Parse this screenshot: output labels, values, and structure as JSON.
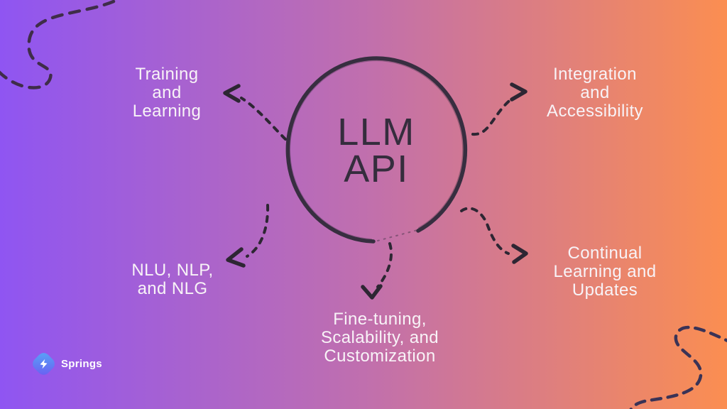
{
  "diagram": {
    "type": "mind-map",
    "center": "LLM API",
    "edges": [
      {
        "from": "LLM API",
        "to": "Training and Learning",
        "direction": "upper-left"
      },
      {
        "from": "LLM API",
        "to": "Integration and Accessibility",
        "direction": "upper-right"
      },
      {
        "from": "LLM API",
        "to": "NLU, NLP, and NLG",
        "direction": "lower-left"
      },
      {
        "from": "LLM API",
        "to": "Fine-tuning, Scalability, and Customization",
        "direction": "bottom"
      },
      {
        "from": "LLM API",
        "to": "Continual Learning and Updates",
        "direction": "lower-right"
      }
    ]
  },
  "center_node": {
    "line1": "LLM",
    "line2": "API"
  },
  "branches": {
    "training": {
      "line1": "Training",
      "line2": "and",
      "line3": "Learning"
    },
    "integration": {
      "line1": "Integration",
      "line2": "and",
      "line3": "Accessibility"
    },
    "nlu": {
      "line1": "NLU, NLP,",
      "line2": "and NLG"
    },
    "finetuning": {
      "line1": "Fine-tuning,",
      "line2": "Scalability, and",
      "line3": "Customization"
    },
    "continual": {
      "line1": "Continual",
      "line2": "Learning and",
      "line3": "Updates"
    }
  },
  "brand": {
    "name": "Springs",
    "icon": "lightning-bolt-icon"
  },
  "colors": {
    "gradient_left": "#8f55f2",
    "gradient_mid": "#c06fae",
    "gradient_right": "#fb8e51",
    "ink_circle": "#372e40",
    "ink_arrow": "#2d2633",
    "label_text": "#f8f3f7",
    "center_text": "#352d3d",
    "squiggle_top_left": "#3f2d49",
    "squiggle_bottom_right": "#3a3356",
    "logo_gradient_start": "#57a7f7",
    "logo_gradient_end": "#6c5bf2"
  }
}
